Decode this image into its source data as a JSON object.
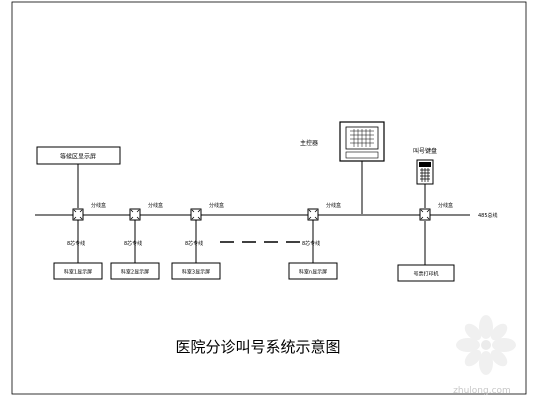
{
  "diagram": {
    "title": "医院分诊叫号系统示意图",
    "waiting_display_label": "等候区显示屏",
    "main_controller_label": "主控器",
    "keypad_label": "叫号键盘",
    "bus_label": "485总线",
    "splitter_label": "分线盒",
    "cable_label": "8芯专线",
    "room_displays": [
      "科室1显示屏",
      "科室2显示屏",
      "科室3显示屏",
      "科室n显示屏"
    ],
    "printer_label": "号票打印机"
  },
  "watermark": {
    "text": "zhulong.com"
  }
}
